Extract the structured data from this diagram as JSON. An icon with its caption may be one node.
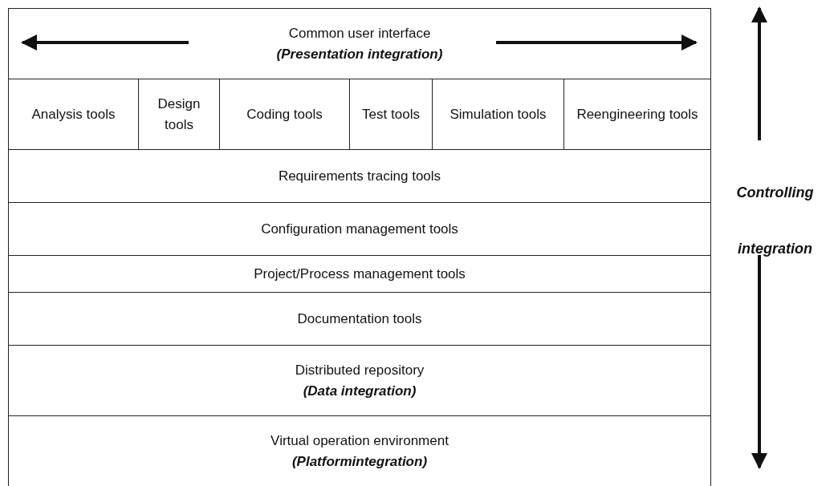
{
  "diagram": {
    "nodes": [
      {
        "text": [
          "Common user interface",
          "(Presentation integration)"
        ]
      },
      {
        "text": [
          "Analysis tools"
        ]
      },
      {
        "text": [
          "Design tools"
        ]
      },
      {
        "text": [
          "Coding tools"
        ]
      },
      {
        "text": [
          "Test tools"
        ]
      },
      {
        "text": [
          "Simulation tools"
        ]
      },
      {
        "text": [
          "Reengineering tools"
        ]
      },
      {
        "text": [
          "Requirements tracing tools"
        ]
      },
      {
        "text": [
          "Configuration management tools"
        ]
      },
      {
        "text": [
          "Project/Process management tools"
        ]
      },
      {
        "text": [
          "Documentation tools"
        ]
      },
      {
        "text": [
          "Distributed repository",
          "(Data integration)"
        ]
      },
      {
        "text": [
          "Virtual operation environment",
          "(Platformintegration)"
        ]
      }
    ],
    "edges": [],
    "labels": [
      "Controlling integration"
    ]
  }
}
